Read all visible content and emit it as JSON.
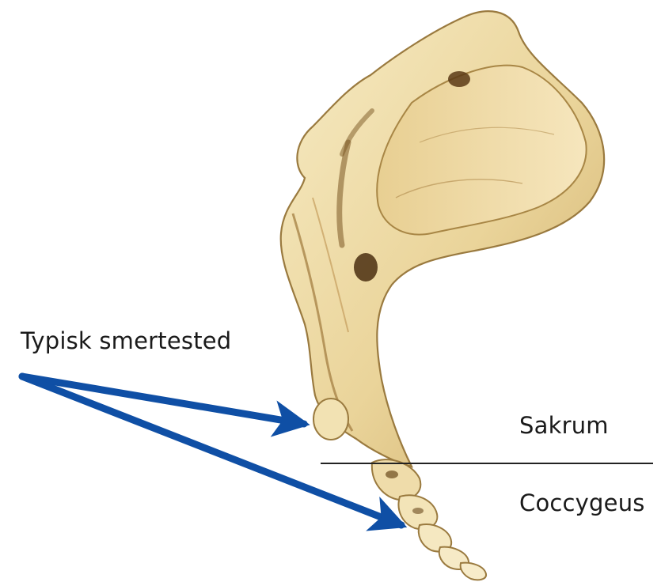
{
  "labels": {
    "pain_site": "Typisk smertested",
    "sacrum": "Sakrum",
    "coccyx": "Coccygeus"
  },
  "colors": {
    "arrow": "#0f4fa5",
    "bone_light": "#f3e3b3",
    "bone_mid": "#d9bb7a",
    "bone_dark": "#8a6a35",
    "divider": "#222222",
    "background": "#ffffff"
  }
}
